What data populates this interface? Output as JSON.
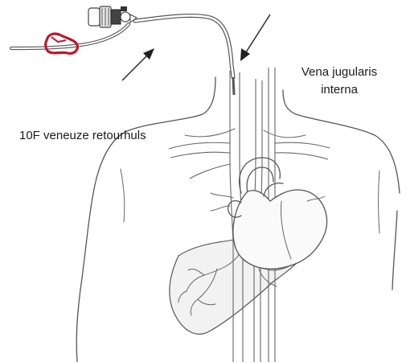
{
  "labels": {
    "sheath": "10F veneuze retourhuls",
    "vein_line1": "Vena jugularis",
    "vein_line2": "interna"
  },
  "colors": {
    "line": "#555555",
    "clamp": "#c0162a",
    "organ_fill": "#f2f2f2",
    "arrow": "#222222"
  },
  "icons": [
    "sheath-hub-icon",
    "red-clamp-icon",
    "arrow-icon"
  ]
}
